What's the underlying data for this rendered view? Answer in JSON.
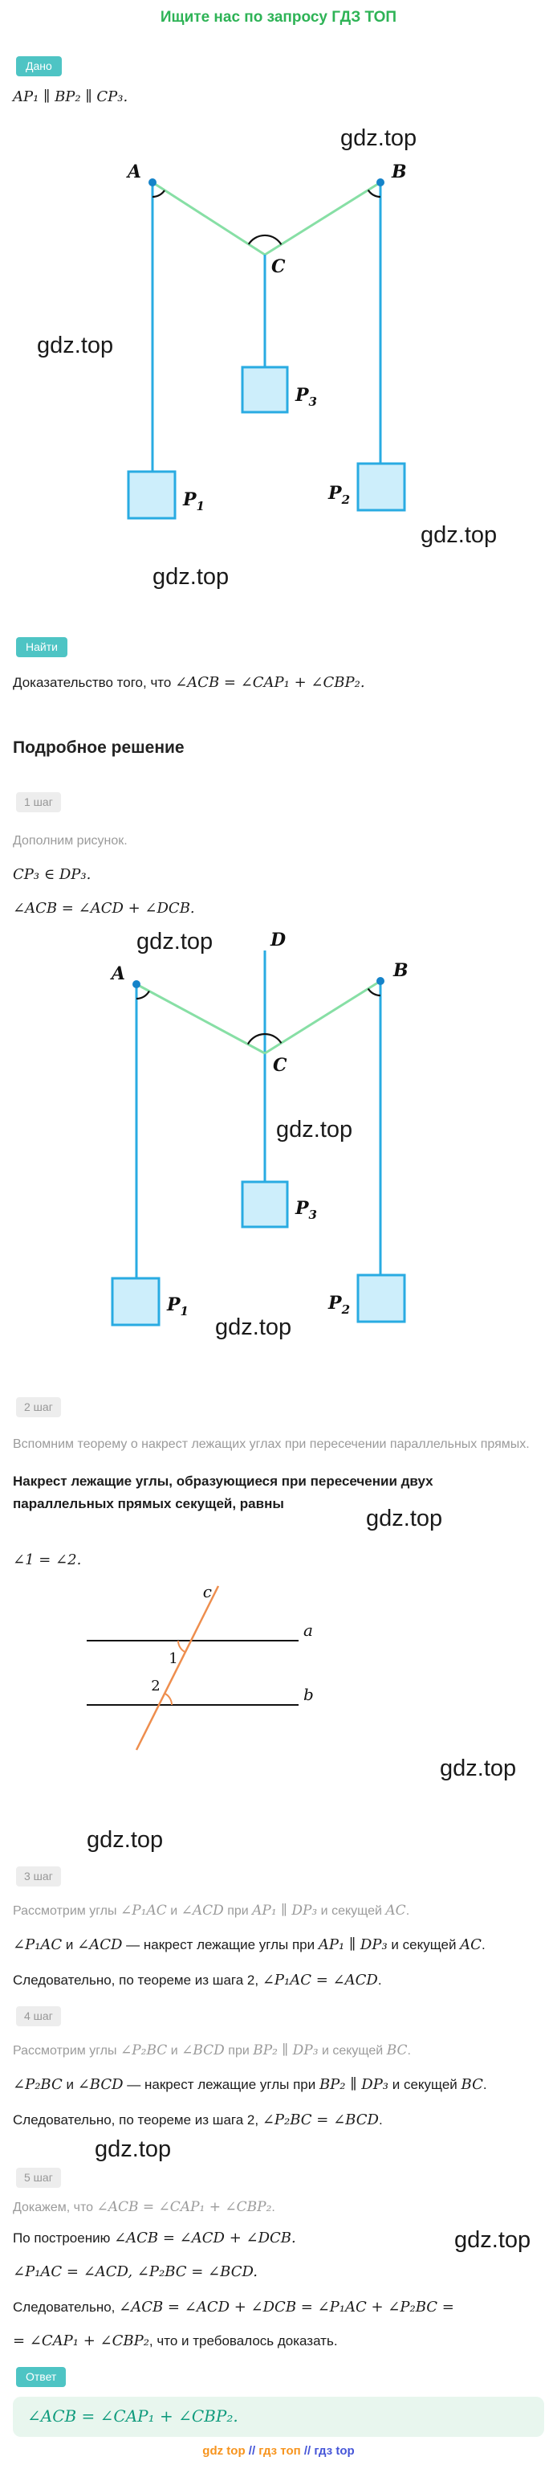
{
  "watermark": {
    "text": "gdz.top"
  },
  "header": {
    "promo": "Ищите нас по запросу ГДЗ ТОП"
  },
  "given": {
    "badge": "Дано",
    "segments": [
      {
        "type": "m",
        "text": "AP₁ ∥ BP₂ ∥ CP₃."
      }
    ]
  },
  "find": {
    "badge": "Найти",
    "segments": [
      {
        "type": "t",
        "text": "Доказательство того, что "
      },
      {
        "type": "m",
        "text": "∠ACB = ∠CAP₁ + ∠CBP₂."
      }
    ]
  },
  "solution": {
    "title": "Подробное решение",
    "steps": [
      {
        "badge": "1 шаг",
        "note": [
          {
            "type": "t",
            "text": "Дополним рисунок."
          }
        ],
        "lines": [
          [
            {
              "type": "m",
              "text": "CP₃ ∈ DP₃."
            }
          ],
          [
            {
              "type": "m",
              "text": "∠ACB = ∠ACD + ∠DCB."
            }
          ]
        ]
      },
      {
        "badge": "2 шаг",
        "note": [
          {
            "type": "t",
            "text": "Вспомним теорему о накрест лежащих углах при пересечении параллельных прямых."
          }
        ],
        "theorem": "Накрест лежащие углы, образующиеся при пересечении двух параллельных прямых секущей, равны",
        "lines": [
          [
            {
              "type": "m",
              "text": "∠1 = ∠2."
            }
          ]
        ]
      },
      {
        "badge": "3 шаг",
        "note": [
          {
            "type": "t",
            "text": "Рассмотрим углы "
          },
          {
            "type": "m",
            "text": "∠P₁AC"
          },
          {
            "type": "t",
            "text": " и "
          },
          {
            "type": "m",
            "text": "∠ACD"
          },
          {
            "type": "t",
            "text": " при "
          },
          {
            "type": "m",
            "text": "AP₁ ∥ DP₃"
          },
          {
            "type": "t",
            "text": " и секущей "
          },
          {
            "type": "m",
            "text": "AC"
          },
          {
            "type": "t",
            "text": "."
          }
        ],
        "lines": [
          [
            {
              "type": "m",
              "text": "∠P₁AC"
            },
            {
              "type": "t",
              "text": " и "
            },
            {
              "type": "m",
              "text": "∠ACD"
            },
            {
              "type": "t",
              "text": " — накрест лежащие углы при "
            },
            {
              "type": "m",
              "text": "AP₁ ∥ DP₃"
            },
            {
              "type": "t",
              "text": " и секущей "
            },
            {
              "type": "m",
              "text": "AC"
            },
            {
              "type": "t",
              "text": "."
            }
          ],
          [
            {
              "type": "t",
              "text": "Следовательно, по теореме из шага 2, "
            },
            {
              "type": "m",
              "text": "∠P₁AC = ∠ACD"
            },
            {
              "type": "t",
              "text": "."
            }
          ]
        ]
      },
      {
        "badge": "4 шаг",
        "note": [
          {
            "type": "t",
            "text": "Рассмотрим углы "
          },
          {
            "type": "m",
            "text": "∠P₂BC"
          },
          {
            "type": "t",
            "text": " и "
          },
          {
            "type": "m",
            "text": "∠BCD"
          },
          {
            "type": "t",
            "text": " при "
          },
          {
            "type": "m",
            "text": "BP₂ ∥ DP₃"
          },
          {
            "type": "t",
            "text": " и секущей "
          },
          {
            "type": "m",
            "text": "BC"
          },
          {
            "type": "t",
            "text": "."
          }
        ],
        "lines": [
          [
            {
              "type": "m",
              "text": "∠P₂BC"
            },
            {
              "type": "t",
              "text": " и "
            },
            {
              "type": "m",
              "text": "∠BCD"
            },
            {
              "type": "t",
              "text": " — накрест лежащие углы при "
            },
            {
              "type": "m",
              "text": "BP₂ ∥ DP₃"
            },
            {
              "type": "t",
              "text": " и секущей "
            },
            {
              "type": "m",
              "text": "BC"
            },
            {
              "type": "t",
              "text": "."
            }
          ],
          [
            {
              "type": "t",
              "text": "Следовательно, по теореме из шага 2, "
            },
            {
              "type": "m",
              "text": "∠P₂BC = ∠BCD"
            },
            {
              "type": "t",
              "text": "."
            }
          ]
        ]
      },
      {
        "badge": "5 шаг",
        "note": [
          {
            "type": "t",
            "text": "Докажем, что "
          },
          {
            "type": "m",
            "text": "∠ACB = ∠CAP₁ + ∠CBP₂"
          },
          {
            "type": "t",
            "text": "."
          }
        ],
        "lines": [
          [
            {
              "type": "t",
              "text": "По построению "
            },
            {
              "type": "m",
              "text": "∠ACB = ∠ACD + ∠DCB."
            }
          ],
          [
            {
              "type": "m",
              "text": "∠P₁AC = ∠ACD, ∠P₂BC = ∠BCD."
            }
          ],
          [
            {
              "type": "t",
              "text": "Следовательно, "
            },
            {
              "type": "m",
              "text": "∠ACB = ∠ACD + ∠DCB = ∠P₁AC + ∠P₂BC ="
            }
          ],
          [
            {
              "type": "m",
              "text": "= ∠CAP₁ + ∠CBP₂"
            },
            {
              "type": "t",
              "text": ", что и требовалось доказать."
            }
          ]
        ]
      }
    ]
  },
  "figures": {
    "labels": {
      "A": "A",
      "B": "B",
      "C": "C",
      "D": "D",
      "P": "P",
      "s1": "1",
      "s2": "2",
      "s3": "3",
      "a": "a",
      "b": "b",
      "c": "c",
      "n1": "1",
      "n2": "2"
    }
  },
  "answer": {
    "badge": "Ответ",
    "segments": [
      {
        "type": "m",
        "text": "∠ACB = ∠CAP₁ + ∠CBP₂."
      }
    ]
  },
  "footer": {
    "segments": [
      {
        "type": "orange",
        "text": "gdz top "
      },
      {
        "type": "blue",
        "text": "//  "
      },
      {
        "type": "orange",
        "text": "гдз топ "
      },
      {
        "type": "blue",
        "text": "//  "
      },
      {
        "type": "blue",
        "text": "гдз top"
      }
    ]
  }
}
